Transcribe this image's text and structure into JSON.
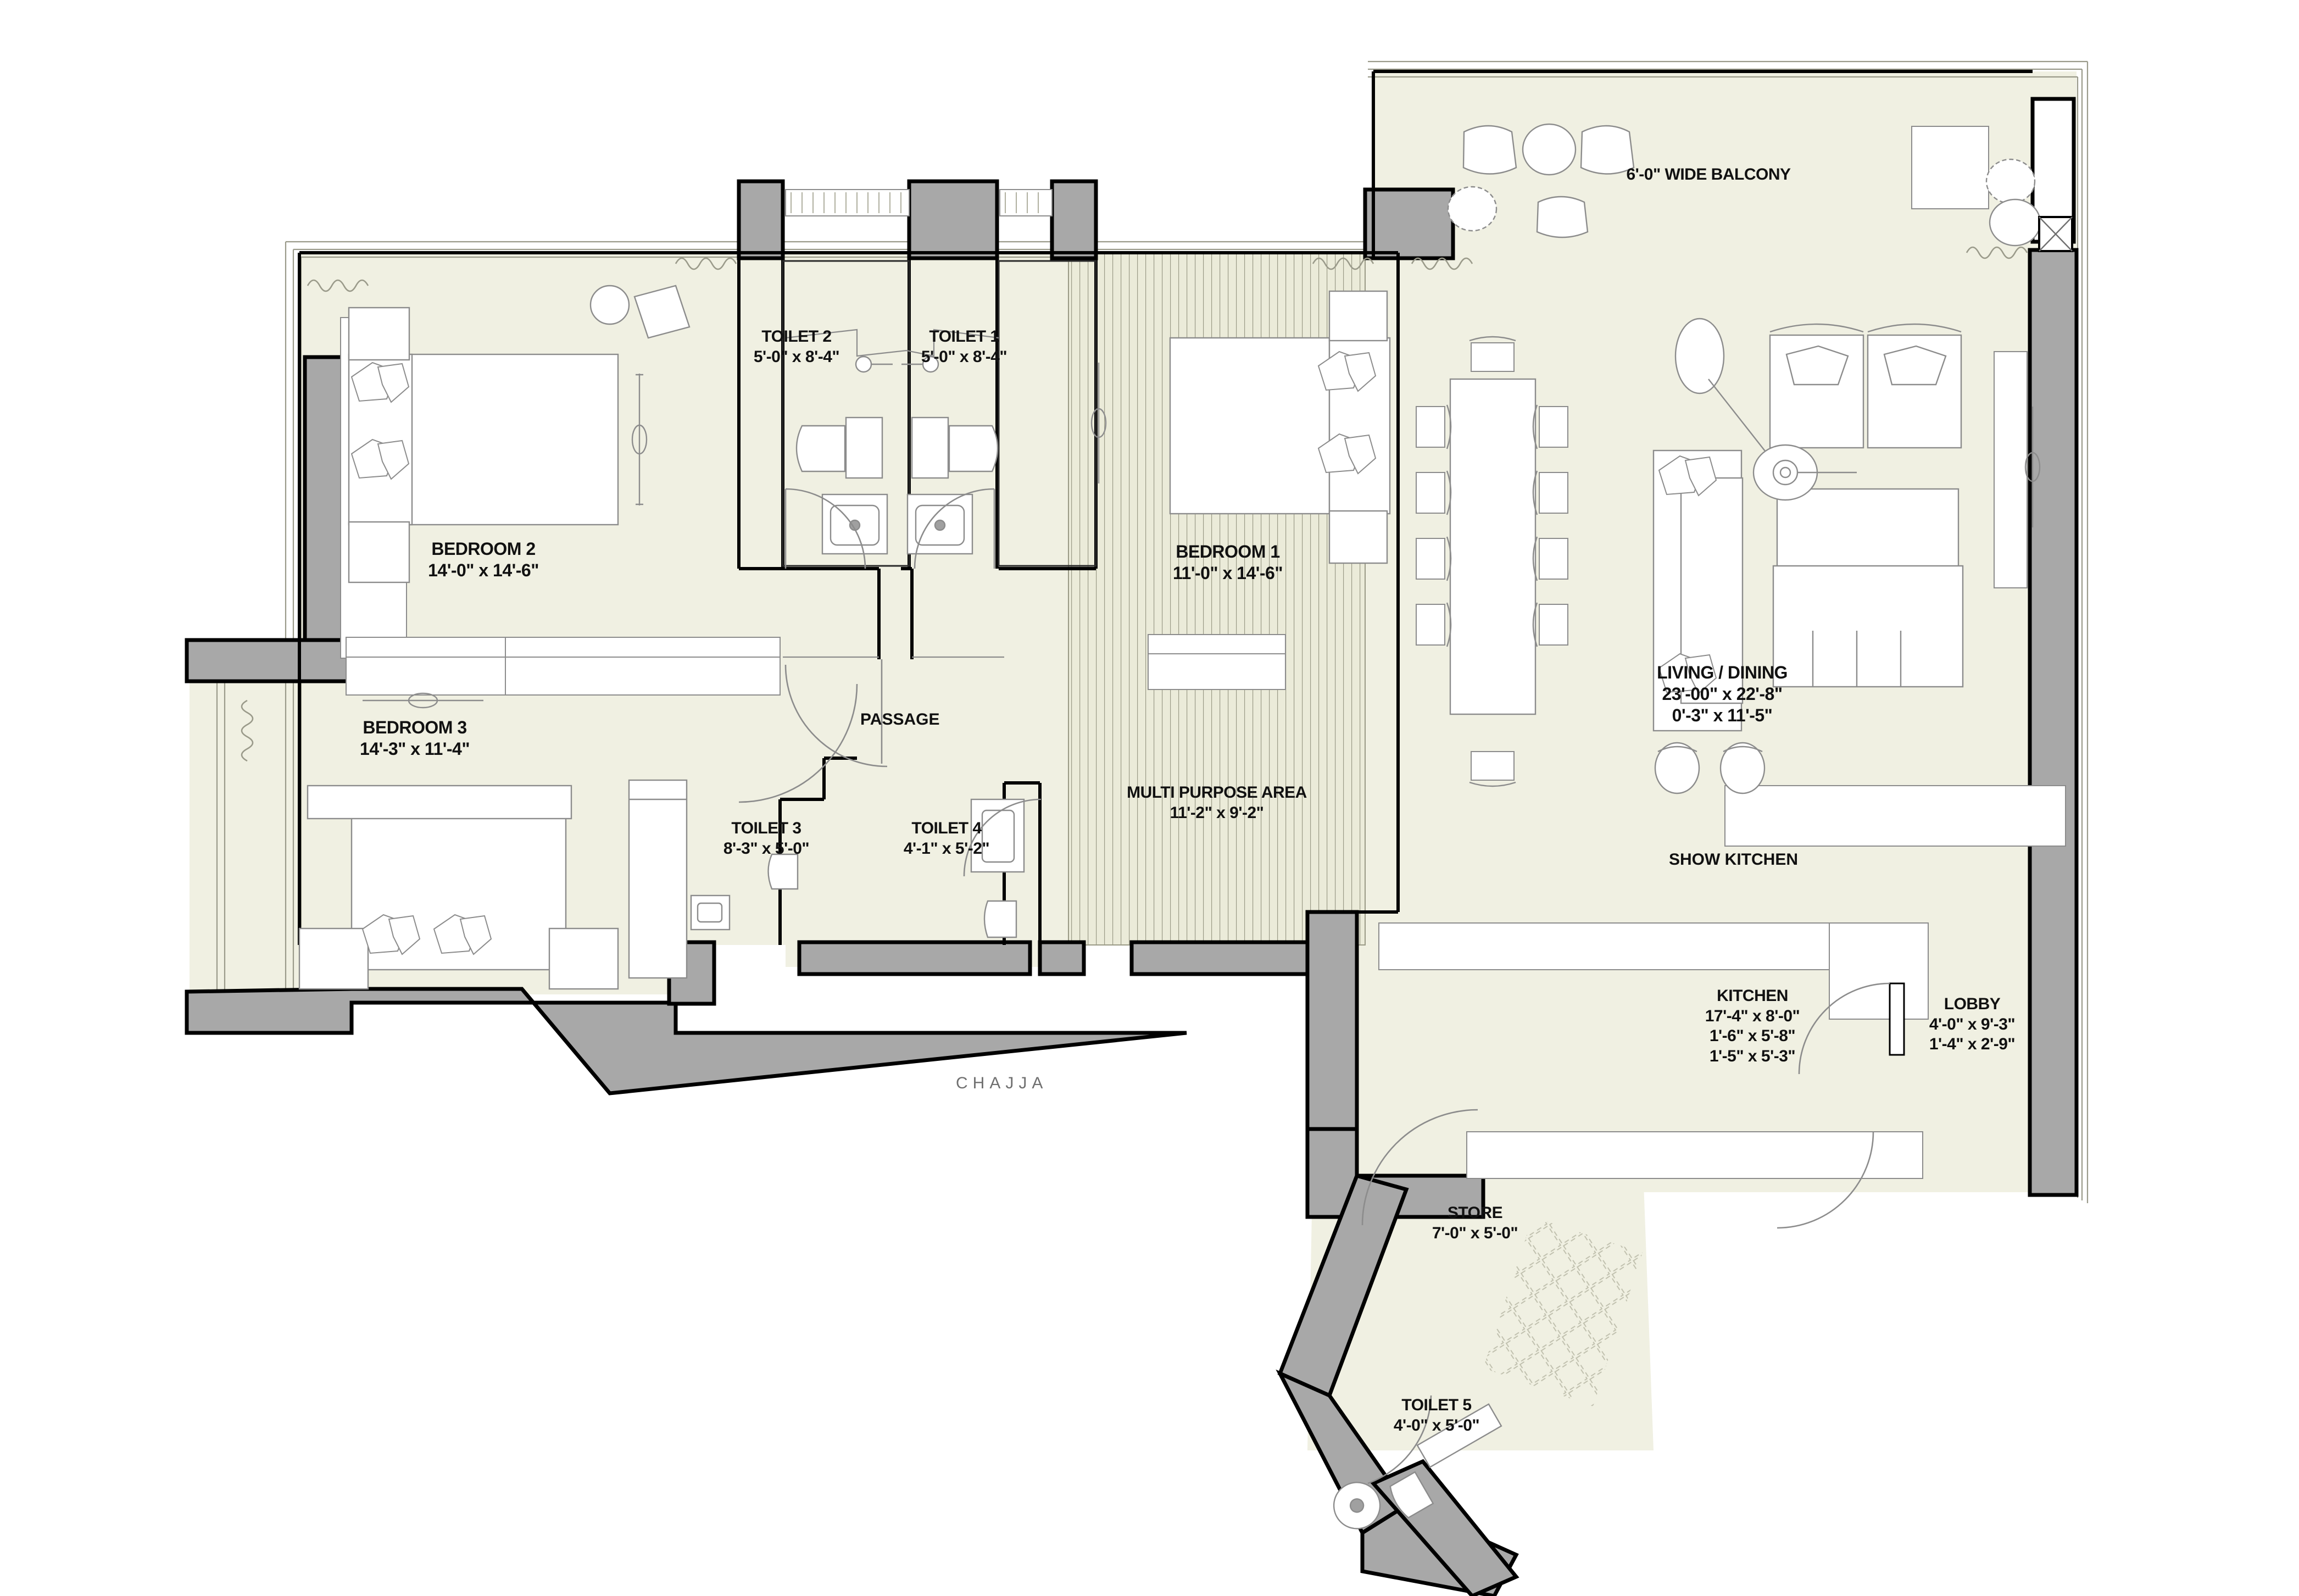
{
  "drawing": {
    "type": "architectural-floor-plan",
    "colors": {
      "floor_fill": "#f0f0e2",
      "deck_fill": "#ebebd9",
      "wall_fill": "#a8a8a8",
      "wall_stroke": "#000000",
      "furniture_stroke": "#8c8c8c",
      "text": "#111111",
      "chajja_text": "#6f6f6f",
      "background": "#ffffff"
    }
  },
  "rooms": [
    {
      "id": "balcony",
      "name": "6'-0\" WIDE BALCONY",
      "dims": []
    },
    {
      "id": "toilet2",
      "name": "TOILET 2",
      "dims": [
        "5'-0\" x 8'-4\""
      ]
    },
    {
      "id": "toilet1",
      "name": "TOILET 1",
      "dims": [
        "5'-0\" x 8'-4\""
      ]
    },
    {
      "id": "bedroom2",
      "name": "BEDROOM 2",
      "dims": [
        "14'-0\" x 14'-6\""
      ]
    },
    {
      "id": "bedroom1",
      "name": "BEDROOM 1",
      "dims": [
        "11'-0\" x 14'-6\""
      ]
    },
    {
      "id": "bedroom3",
      "name": "BEDROOM 3",
      "dims": [
        "14'-3\" x 11'-4\""
      ]
    },
    {
      "id": "passage",
      "name": "PASSAGE",
      "dims": []
    },
    {
      "id": "living",
      "name": "LIVING / DINING",
      "dims": [
        "23'-00\" x 22'-8\"",
        "0'-3\" x 11'-5\""
      ]
    },
    {
      "id": "multi",
      "name": "MULTI PURPOSE AREA",
      "dims": [
        "11'-2\" x 9'-2\""
      ]
    },
    {
      "id": "toilet3",
      "name": "TOILET 3",
      "dims": [
        "8'-3\" x 5'-0\""
      ]
    },
    {
      "id": "toilet4",
      "name": "TOILET 4",
      "dims": [
        "4'-1\" x 5'-2\""
      ]
    },
    {
      "id": "showkitchen",
      "name": "SHOW KITCHEN",
      "dims": []
    },
    {
      "id": "kitchen",
      "name": "KITCHEN",
      "dims": [
        "17'-4\" x 8'-0\"",
        "1'-6\" x 5'-8\"",
        "1'-5\" x 5'-3\""
      ]
    },
    {
      "id": "lobby",
      "name": "LOBBY",
      "dims": [
        "4'-0\" x 9'-3\"",
        "1'-4\" x 2'-9\""
      ]
    },
    {
      "id": "store",
      "name": "STORE",
      "dims": [
        "7'-0\" x 5'-0\""
      ]
    },
    {
      "id": "toilet5",
      "name": "TOILET 5",
      "dims": [
        "4'-0\" x 5'-0\""
      ]
    },
    {
      "id": "chajja",
      "name": "CHAJJA",
      "dims": []
    }
  ]
}
